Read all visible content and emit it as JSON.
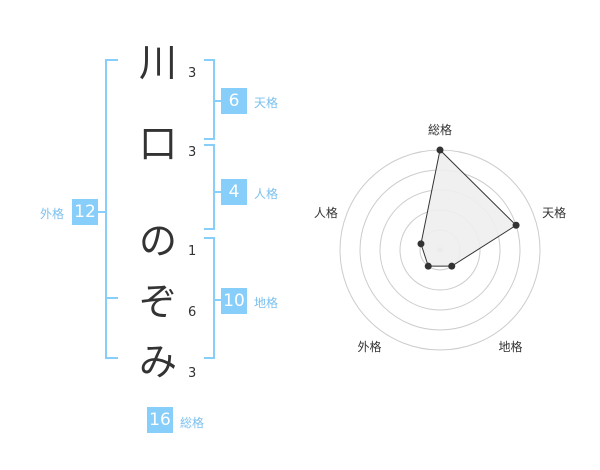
{
  "name": {
    "chars": [
      {
        "char": "川",
        "strokes": "3"
      },
      {
        "char": "口",
        "strokes": "3"
      },
      {
        "char": "の",
        "strokes": "1"
      },
      {
        "char": "ぞ",
        "strokes": "6"
      },
      {
        "char": "み",
        "strokes": "3"
      }
    ]
  },
  "kaku": {
    "tenkaku": {
      "value": "6",
      "label": "天格"
    },
    "jinkaku": {
      "value": "4",
      "label": "人格"
    },
    "chikaku": {
      "value": "10",
      "label": "地格"
    },
    "gaikaku": {
      "value": "12",
      "label": "外格"
    },
    "soukaku": {
      "value": "16",
      "label": "総格"
    }
  },
  "colors": {
    "accent": "#87cefa",
    "label": "#7cc0ef",
    "text": "#333333",
    "ring": "#cccccc",
    "fill": "#eeeeee"
  },
  "chart_data": {
    "type": "radar",
    "axes": [
      "総格",
      "天格",
      "地格",
      "外格",
      "人格"
    ],
    "max": 5,
    "rings": 5,
    "values": [
      5,
      4,
      1,
      1,
      1
    ]
  }
}
